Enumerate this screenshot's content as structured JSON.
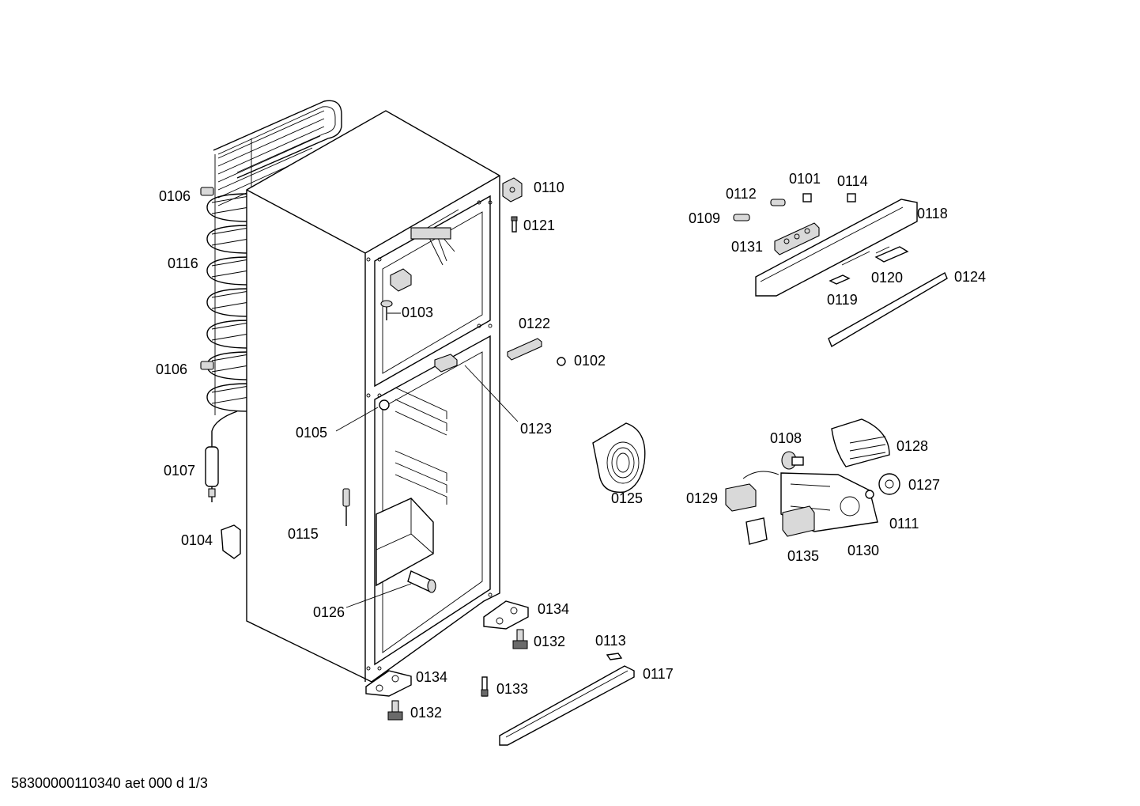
{
  "labels": {
    "p0101": "0101",
    "p0102": "0102",
    "p0103": "0103",
    "p0104": "0104",
    "p0105": "0105",
    "p0106_top": "0106",
    "p0106_bottom": "0106",
    "p0107": "0107",
    "p0108": "0108",
    "p0109": "0109",
    "p0110": "0110",
    "p0111": "0111",
    "p0112": "0112",
    "p0113": "0113",
    "p0114": "0114",
    "p0115": "0115",
    "p0116": "0116",
    "p0117": "0117",
    "p0118": "0118",
    "p0119": "0119",
    "p0120": "0120",
    "p0121": "0121",
    "p0122": "0122",
    "p0123": "0123",
    "p0124": "0124",
    "p0125": "0125",
    "p0126": "0126",
    "p0127": "0127",
    "p0128": "0128",
    "p0129": "0129",
    "p0130": "0130",
    "p0131": "0131",
    "p0132_right": "0132",
    "p0132_bottom": "0132",
    "p0133": "0133",
    "p0134_right": "0134",
    "p0134_bottom": "0134",
    "p0135": "0135"
  },
  "footer": "58300000110340 aet 000 d 1/3"
}
